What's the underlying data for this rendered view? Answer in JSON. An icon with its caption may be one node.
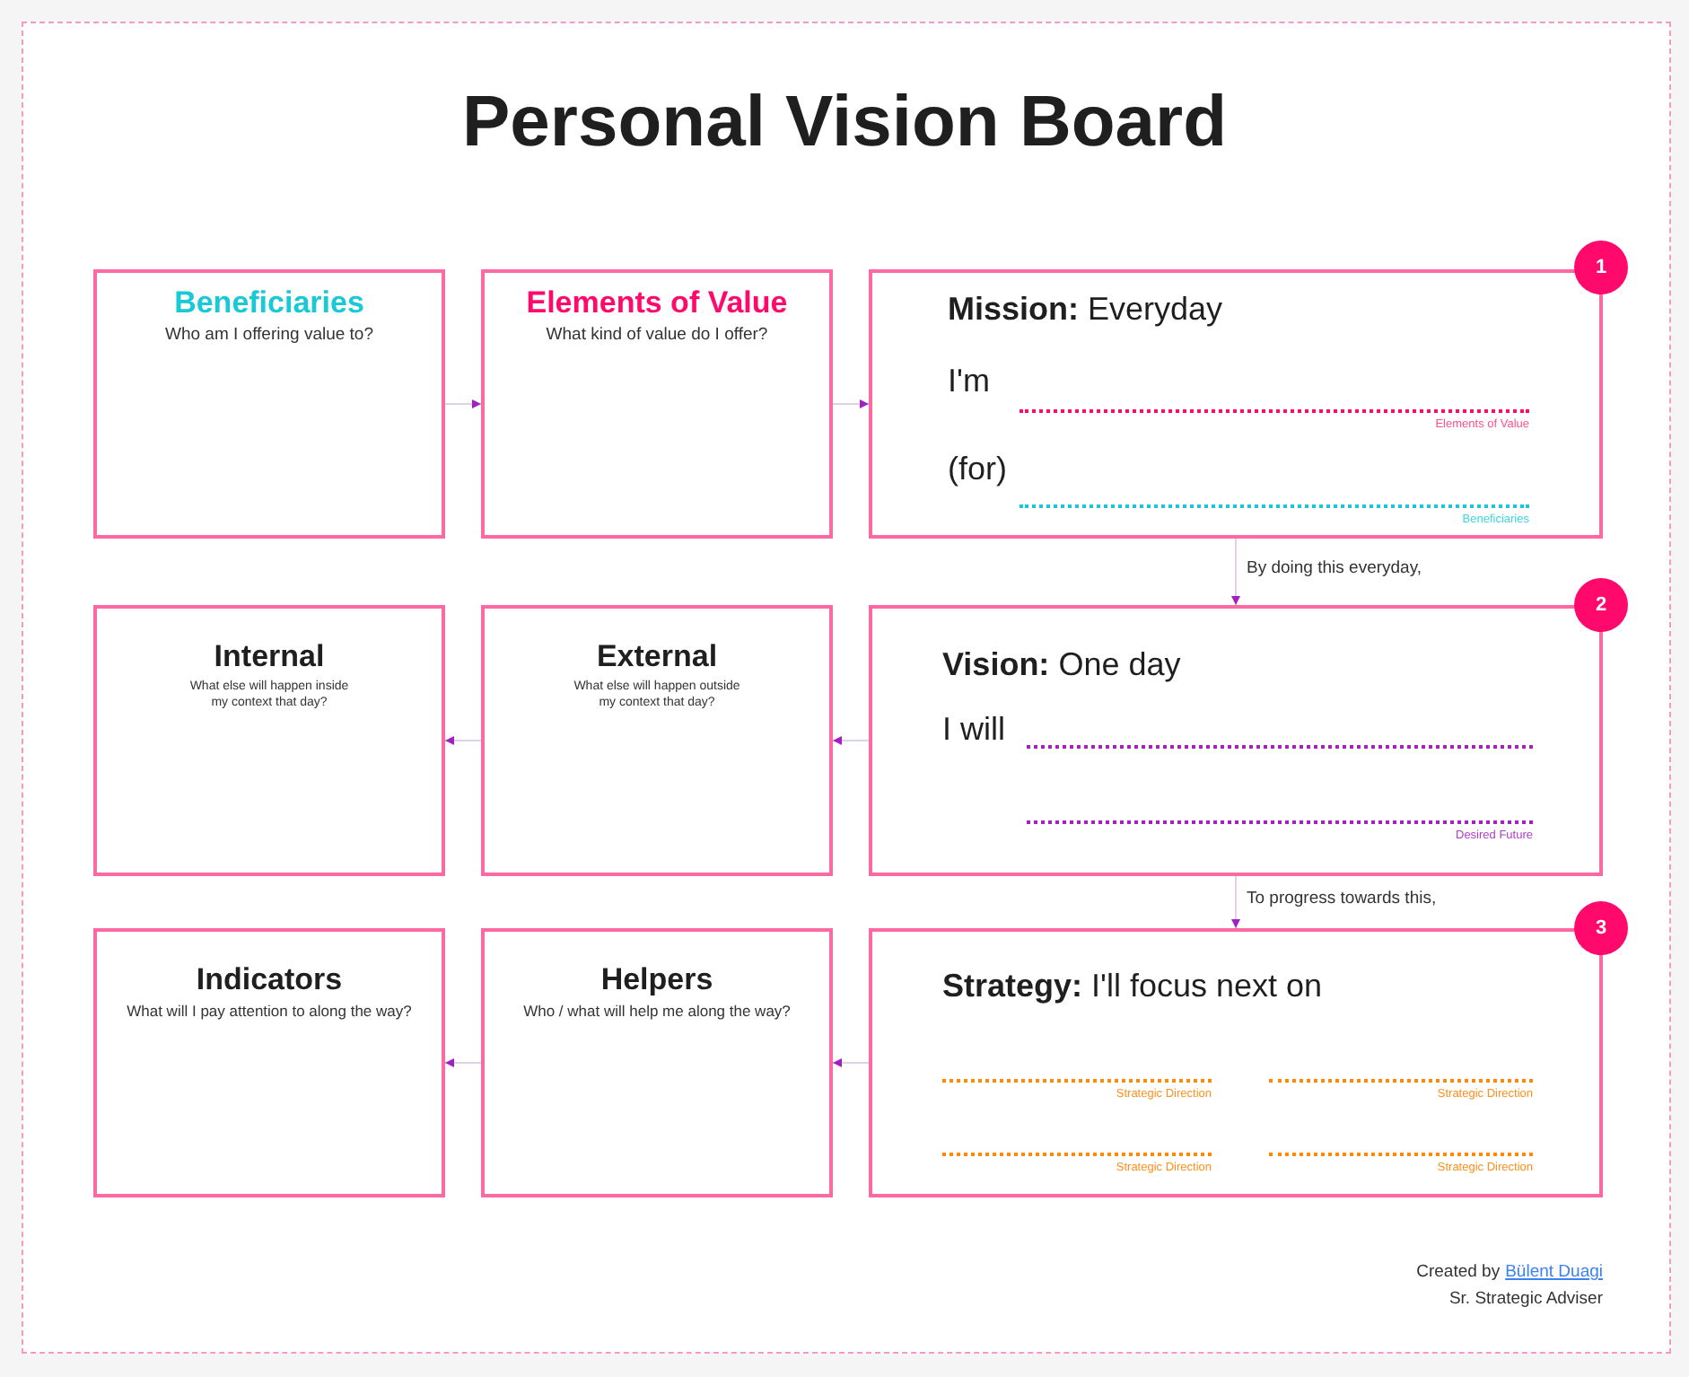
{
  "diagram": {
    "title": "Personal Vision Board",
    "nodes": [
      {
        "text": [
          "Beneficiaries",
          "Who am I offering value to?"
        ]
      },
      {
        "text": [
          "Elements of Value",
          "What kind of value do I offer?"
        ]
      },
      {
        "text": [
          "**Mission:** Everyday",
          "I'm",
          "Elements of Value",
          "(for)",
          "Beneficiaries"
        ]
      },
      {
        "text": [
          "1"
        ]
      },
      {
        "text": [
          "Internal",
          "What else will happen inside my context that day?"
        ]
      },
      {
        "text": [
          "External",
          "What else will happen outside my context that day?"
        ]
      },
      {
        "text": [
          "**Vision:** One day",
          "I will",
          "Desired Future"
        ]
      },
      {
        "text": [
          "2"
        ]
      },
      {
        "text": [
          "Indicators",
          "What will I pay attention to along the way?"
        ]
      },
      {
        "text": [
          "Helpers",
          "Who / what will help me along the way?"
        ]
      },
      {
        "text": [
          "**Strategy:** I'll focus next on",
          "Strategic Direction",
          "Strategic Direction",
          "Strategic Direction",
          "Strategic Direction"
        ]
      },
      {
        "text": [
          "3"
        ]
      }
    ],
    "edges": [
      {
        "from": 0,
        "to": 1,
        "arrow": "to"
      },
      {
        "from": 1,
        "to": 2,
        "arrow": "to"
      },
      {
        "from": 2,
        "to": 6,
        "arrow": "to",
        "label": "By doing this everyday,"
      },
      {
        "from": 6,
        "to": 5,
        "arrow": "to"
      },
      {
        "from": 5,
        "to": 4,
        "arrow": "to"
      },
      {
        "from": 6,
        "to": 10,
        "arrow": "to",
        "label": "To progress towards this,"
      },
      {
        "from": 10,
        "to": 9,
        "arrow": "to"
      },
      {
        "from": 9,
        "to": 8,
        "arrow": "to"
      }
    ],
    "labels": [
      "Created by",
      "Bülent Duagi",
      "Sr. Strategic Adviser"
    ]
  }
}
